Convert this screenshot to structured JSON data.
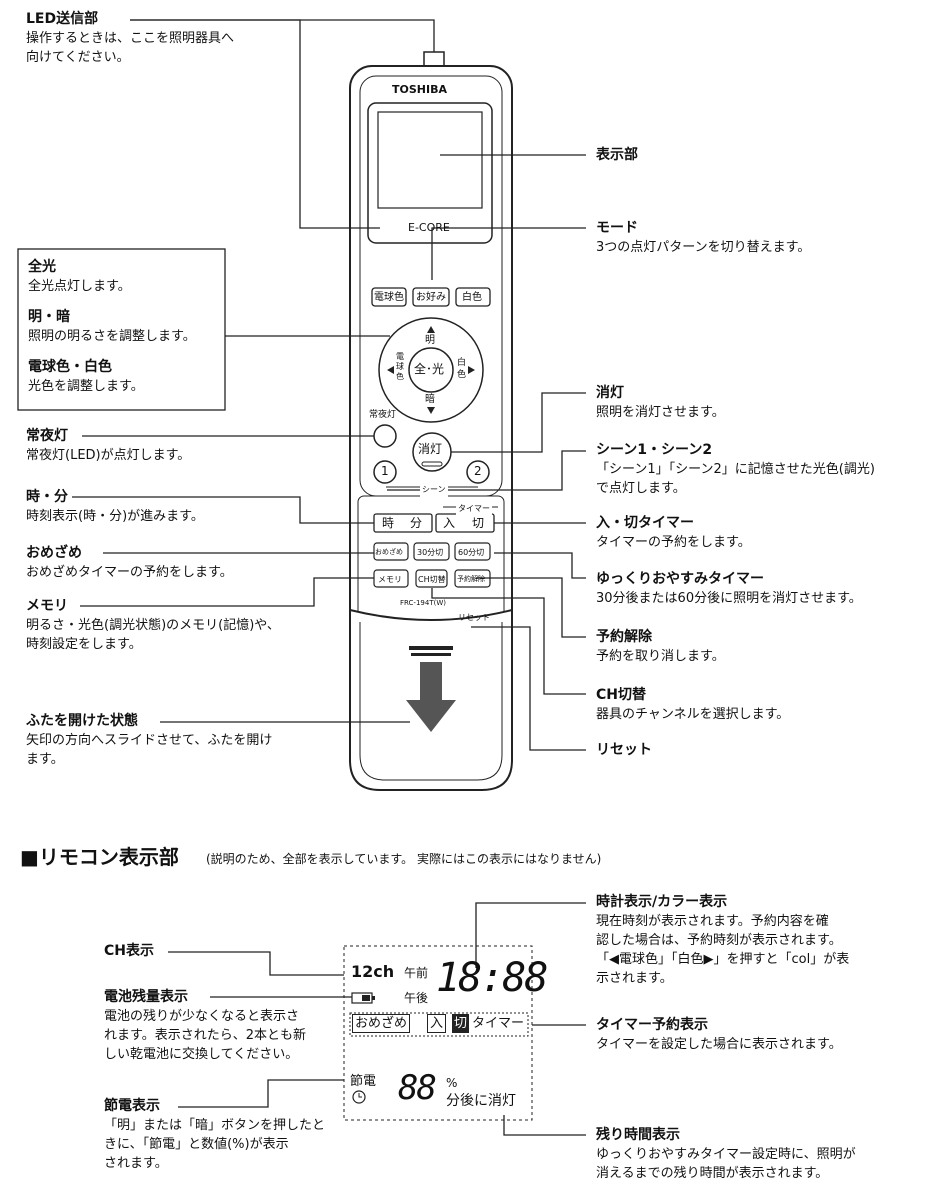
{
  "remote": {
    "brand": "TOSHIBA",
    "ecore": "E-CORE",
    "btn_denkyu": "電球色",
    "btn_okonomi": "お好み",
    "btn_hakushoku": "白色",
    "dial_center": "全･光",
    "dial_top": "明",
    "dial_bottom": "暗",
    "dial_left": "電球色",
    "dial_right": "白色",
    "joyato_label": "常夜灯",
    "shoto": "消灯",
    "scene1": "1",
    "scene2": "2",
    "scene_label": "シーン",
    "timer_label": "タイマー",
    "btn_ji": "時",
    "btn_fun": "分",
    "btn_iri": "入",
    "btn_kiri": "切",
    "btn_omezame": "おめざめ",
    "btn_30": "30分切",
    "btn_60": "60分切",
    "btn_memori": "メモリ",
    "btn_ch": "CH切替",
    "btn_yoyaku": "予約解除",
    "model": "FRC-194T(W)",
    "reset": "リセット"
  },
  "callouts": {
    "led": {
      "title": "LED送信部",
      "lines": [
        "操作するときは、ここを照明器具へ",
        "向けてください。"
      ]
    },
    "zenko": {
      "title": "全光",
      "lines": [
        "全光点灯します。"
      ]
    },
    "meian": {
      "title": "明・暗",
      "lines": [
        "照明の明るさを調整します。"
      ]
    },
    "denkyu": {
      "title": "電球色・白色",
      "lines": [
        "光色を調整します。"
      ]
    },
    "joyato": {
      "title": "常夜灯",
      "lines": [
        "常夜灯(LED)が点灯します。"
      ]
    },
    "jifun": {
      "title": "時・分",
      "lines": [
        "時刻表示(時・分)が進みます。"
      ]
    },
    "omezame": {
      "title": "おめざめ",
      "lines": [
        "おめざめタイマーの予約をします。"
      ]
    },
    "memori": {
      "title": "メモリ",
      "lines": [
        "明るさ・光色(調光状態)のメモリ(記憶)や、",
        "時刻設定をします。"
      ]
    },
    "futa": {
      "title": "ふたを開けた状態",
      "lines": [
        "矢印の方向へスライドさせて、ふたを開け",
        "ます。"
      ]
    },
    "hyoji": {
      "title": "表示部",
      "lines": []
    },
    "mode": {
      "title": "モード",
      "lines": [
        "3つの点灯パターンを切り替えます。"
      ]
    },
    "shoto": {
      "title": "消灯",
      "lines": [
        "照明を消灯させます。"
      ]
    },
    "scene": {
      "title": "シーン1・シーン2",
      "lines": [
        "「シーン1」「シーン2」に記憶させた光色(調光)",
        "で点灯します。"
      ]
    },
    "irikiri": {
      "title": "入・切タイマー",
      "lines": [
        "タイマーの予約をします。"
      ]
    },
    "yukkuri": {
      "title": "ゆっくりおやすみタイマー",
      "lines": [
        "30分後または60分後に照明を消灯させます。"
      ]
    },
    "yoyaku": {
      "title": "予約解除",
      "lines": [
        "予約を取り消します。"
      ]
    },
    "ch": {
      "title": "CH切替",
      "lines": [
        "器具のチャンネルを選択します。"
      ]
    },
    "reset": {
      "title": "リセット",
      "lines": []
    }
  },
  "section": {
    "heading": "■リモコン表示部",
    "note": "(説明のため、全部を表示しています。 実際にはこの表示にはなりません)"
  },
  "lcd": {
    "ch": "12ch",
    "gozen": "午前",
    "gogo": "午後",
    "time": "18:88",
    "omezame": "おめざめ",
    "iri": "入",
    "kiri": "切",
    "timer": "タイマー",
    "setsuden": "節電",
    "percent_digits": "88",
    "percent": "%",
    "after": "分後に消灯"
  },
  "lcd_callouts": {
    "ch": {
      "title": "CH表示",
      "lines": []
    },
    "battery": {
      "title": "電池残量表示",
      "lines": [
        "電池の残りが少なくなると表示さ",
        "れます。表示されたら、2本とも新",
        "しい乾電池に交換してください。"
      ]
    },
    "setsuden": {
      "title": "節電表示",
      "lines": [
        "「明」または「暗」ボタンを押したと",
        "きに、「節電」と数値(%)が表示",
        "されます。"
      ]
    },
    "clock": {
      "title": "時計表示/カラー表示",
      "lines": [
        "現在時刻が表示されます。予約内容を確",
        "認した場合は、予約時刻が表示されます。",
        "「◀電球色」「白色▶」を押すと「col」が表",
        "示されます。"
      ]
    },
    "timer": {
      "title": "タイマー予約表示",
      "lines": [
        "タイマーを設定した場合に表示されます。"
      ]
    },
    "remain": {
      "title": "残り時間表示",
      "lines": [
        "ゆっくりおやすみタイマー設定時に、照明が",
        "消えるまでの残り時間が表示されます。"
      ]
    }
  }
}
